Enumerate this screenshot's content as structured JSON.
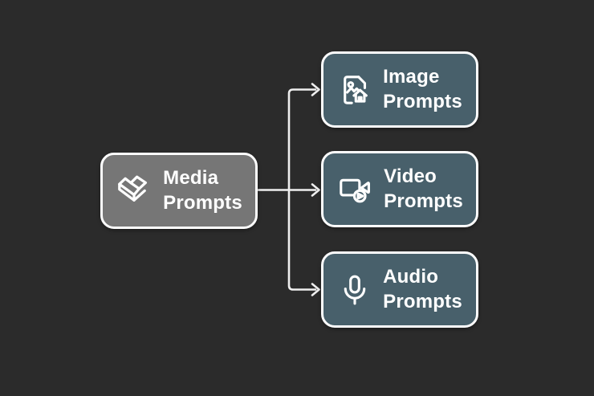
{
  "diagram": {
    "type": "mind-map-flowchart",
    "background_color": "#2b2b2b",
    "connector_color": "#efefef",
    "node_border_color": "#fdfdfd",
    "text_color": "#ffffff",
    "nodes": {
      "root": {
        "id": "media",
        "label_line1": "Media",
        "label_line2": "Prompts",
        "fill": "#767676",
        "icon": "media-heart-icon"
      },
      "children": [
        {
          "id": "image",
          "label_line1": "Image",
          "label_line2": "Prompts",
          "fill": "#48606b",
          "icon": "image-file-icon"
        },
        {
          "id": "video",
          "label_line1": "Video",
          "label_line2": "Prompts",
          "fill": "#48606b",
          "icon": "video-camera-icon"
        },
        {
          "id": "audio",
          "label_line1": "Audio",
          "label_line2": "Prompts",
          "fill": "#48606b",
          "icon": "microphone-icon"
        }
      ],
      "edges": [
        {
          "from": "media",
          "to": "image",
          "arrow": true
        },
        {
          "from": "media",
          "to": "video",
          "arrow": true
        },
        {
          "from": "media",
          "to": "audio",
          "arrow": true
        }
      ]
    }
  }
}
